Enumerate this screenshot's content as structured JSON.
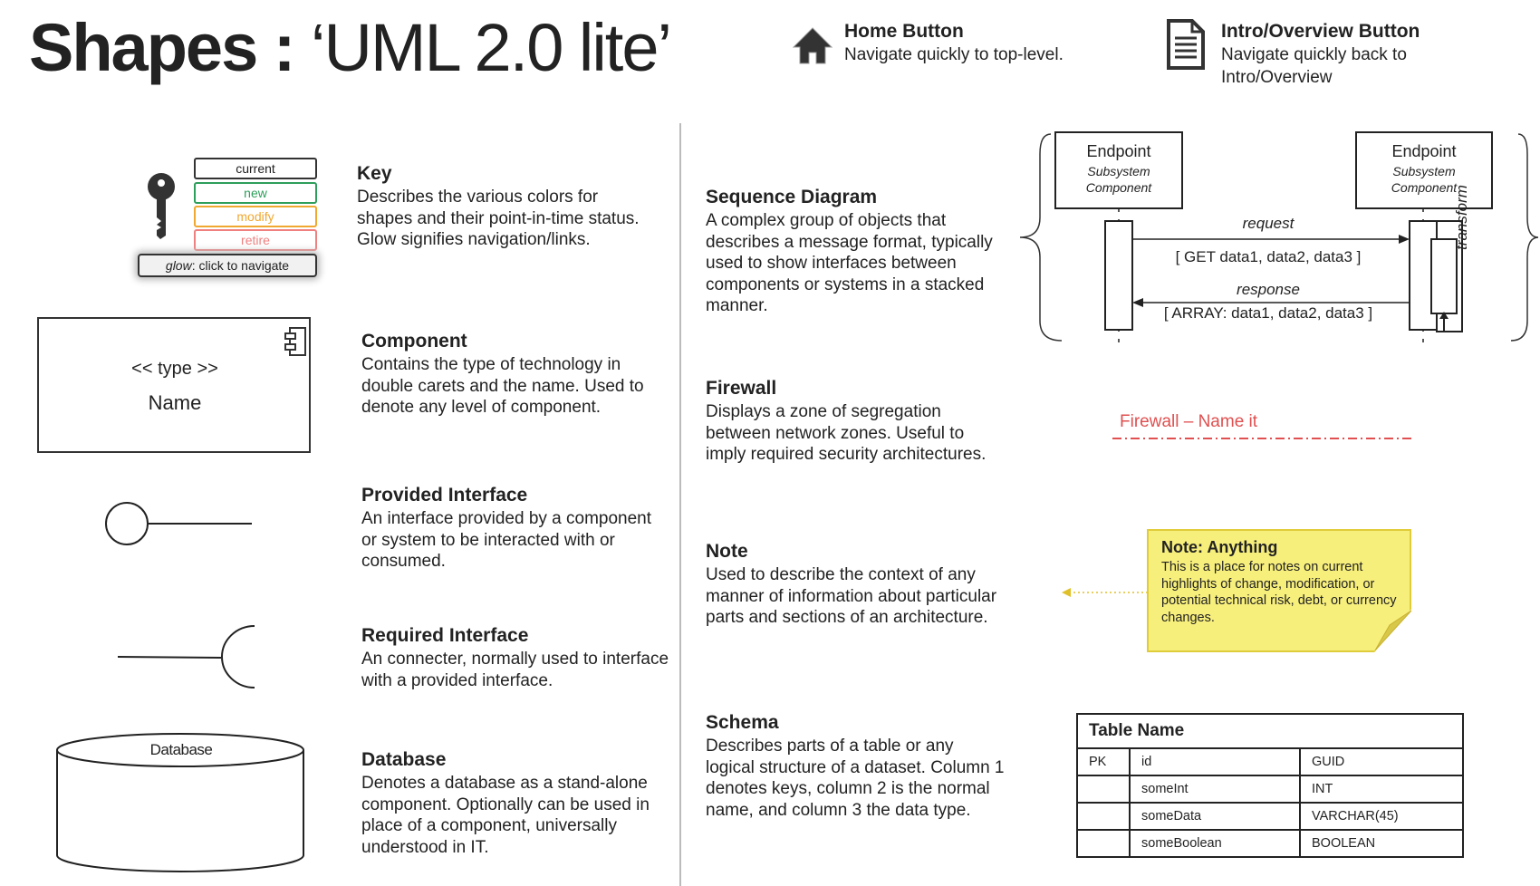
{
  "page": {
    "title_bold": "Shapes :",
    "title_rest": " ‘UML 2.0 lite’"
  },
  "nav": {
    "home": {
      "title": "Home Button",
      "desc": "Navigate quickly to top-level.",
      "icon": "home-icon"
    },
    "intro": {
      "title": "Intro/Overview Button",
      "desc_line1": "Navigate quickly back to",
      "desc_line2": "Intro/Overview",
      "icon": "document-icon"
    }
  },
  "key": {
    "title": "Key",
    "desc": "Describes the various colors for shapes and their point-in-time status. Glow signifies navigation/links.",
    "statuses": [
      {
        "label": "current",
        "color": "#333333"
      },
      {
        "label": "new",
        "color": "#2e9e5b"
      },
      {
        "label": "modify",
        "color": "#f0a830"
      },
      {
        "label": "retire",
        "color": "#f08080"
      }
    ],
    "glow_italic": "glow",
    "glow_rest": ": click to navigate"
  },
  "component": {
    "title": "Component",
    "desc": "Contains the type of technology in double carets and the name. Used to denote any level of component.",
    "type_text": "<< type >>",
    "name_text": "Name"
  },
  "provided": {
    "title": "Provided Interface",
    "desc": "An interface provided by a component or system to be interacted with or consumed."
  },
  "required": {
    "title": "Required Interface",
    "desc": "An connecter, normally used to interface with a provided interface."
  },
  "database": {
    "title": "Database",
    "desc": "Denotes a database as a stand-alone component. Optionally can be used in place of a component, universally understood in IT.",
    "label": "Database"
  },
  "sequence": {
    "title": "Sequence Diagram",
    "desc": "A complex group of objects that describes a message format, typically used to show interfaces between components or systems in a stacked manner.",
    "endpoint_title": "Endpoint",
    "endpoint_line1": "Subsystem",
    "endpoint_line2": "Component",
    "request_label": "request",
    "request_payload": "[ GET data1, data2, data3 ]",
    "response_label": "response",
    "response_payload": "[ ARRAY: data1, data2, data3 ]",
    "transform_label": "transform"
  },
  "firewall": {
    "title": "Firewall",
    "desc": "Displays a zone of segregation between network zones. Useful to imply required security architectures.",
    "label": "Firewall – Name it",
    "color": "#e05050"
  },
  "note": {
    "title": "Note",
    "desc": "Used to describe the context of any manner of information about particular parts and sections of an architecture.",
    "note_title": "Note: Anything",
    "note_text": "This is a place for notes on current highlights of change, modification, or potential technical risk, debt, or currency changes."
  },
  "schema": {
    "title": "Schema",
    "desc": "Describes parts of a table or any logical structure of a dataset. Column 1 denotes keys, column 2 is the normal name, and column 3 the data type.",
    "table_name": "Table Name",
    "rows": [
      [
        "PK",
        "id",
        "GUID"
      ],
      [
        "",
        "someInt",
        "INT"
      ],
      [
        "",
        "someData",
        "VARCHAR(45)"
      ],
      [
        "",
        "someBoolean",
        "BOOLEAN"
      ]
    ]
  }
}
